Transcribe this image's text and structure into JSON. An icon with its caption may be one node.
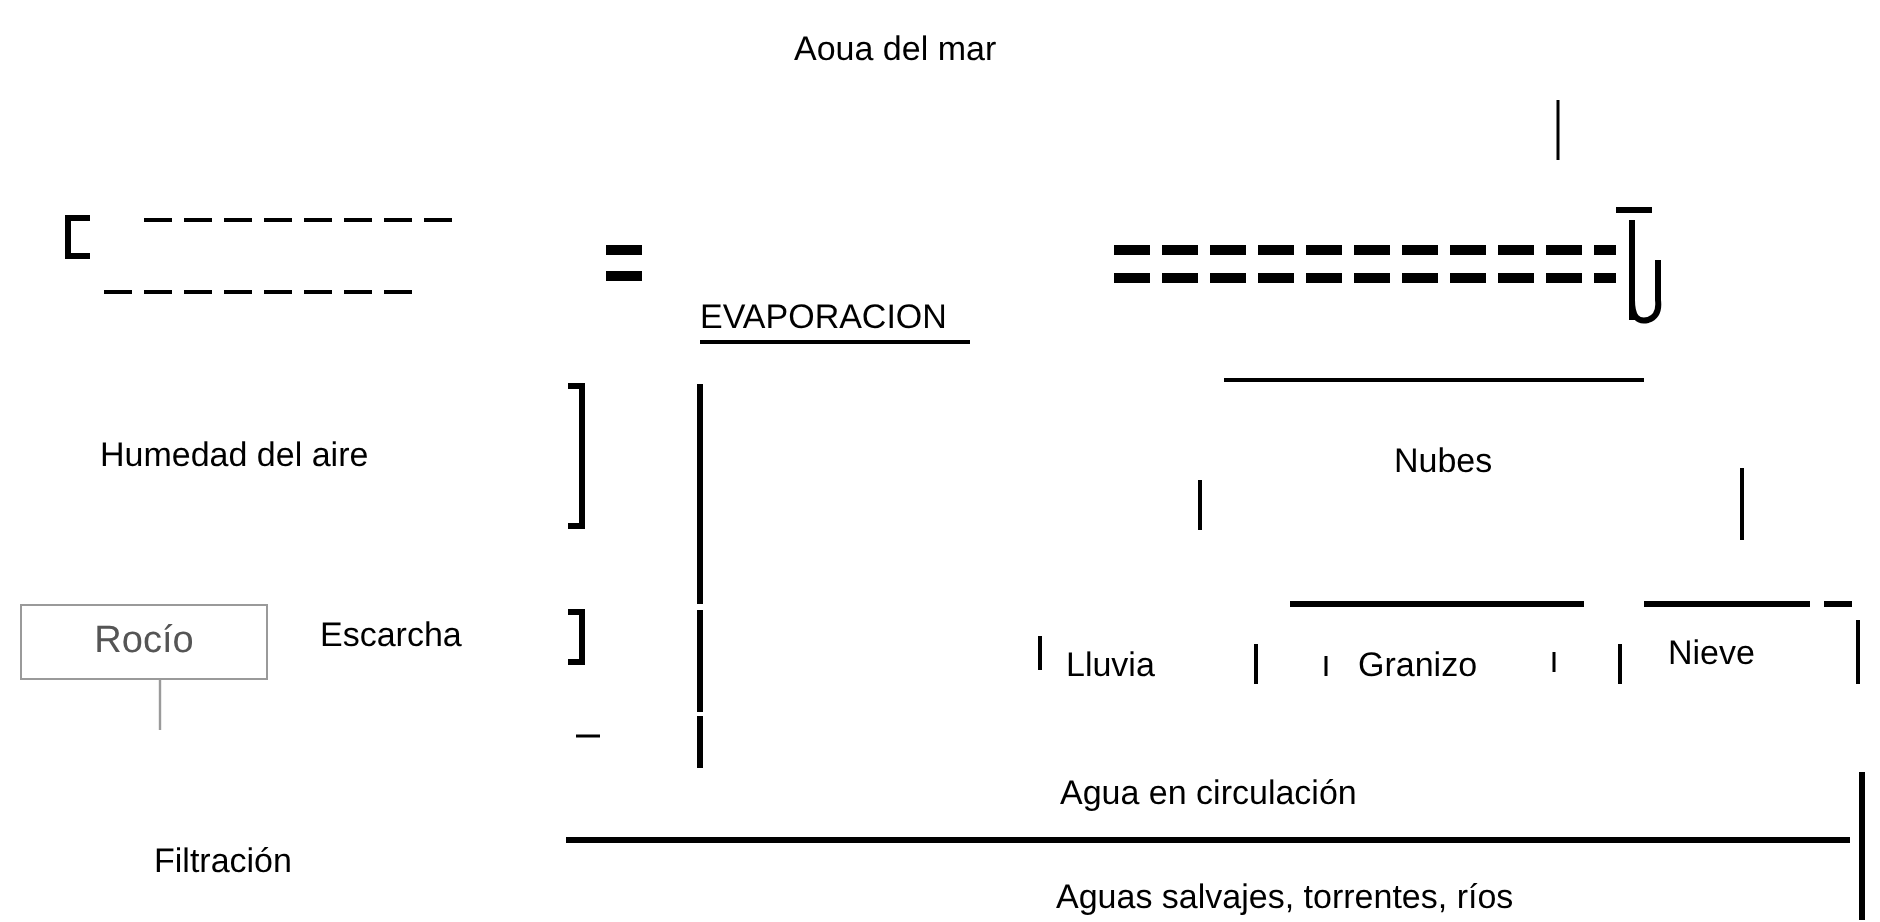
{
  "diagram": {
    "nodes": [
      {
        "text": [
          "Rocío"
        ]
      }
    ],
    "labels": [
      "Aoua del mar",
      "EVAPORACION",
      "Humedad del aire",
      "Nubes",
      "Escarcha",
      "Lluvia",
      "Granizo",
      "Nieve",
      "Agua en circulación",
      "Filtración",
      "Aguas salvajes, torrentes, ríos"
    ]
  }
}
